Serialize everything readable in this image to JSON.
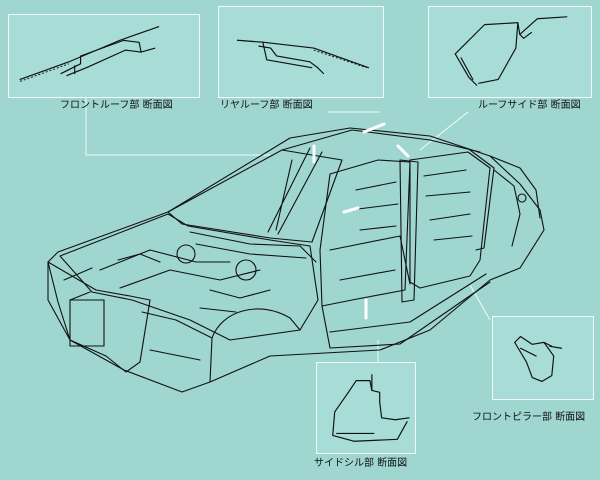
{
  "labels": {
    "front_roof": "フロントルーフ部 断面図",
    "rear_roof": "リヤルーフ部 断面図",
    "roof_side": "ルーフサイド部 断面図",
    "front_pillar": "フロントピラー部 断面図",
    "side_sill": "サイドシル部 断面図"
  },
  "colors": {
    "background": "#9fd6d0",
    "panel_fill": "#a8ddd7",
    "panel_border": "#f3fbfa",
    "line": "#111111",
    "highlight": "#ffffff"
  }
}
